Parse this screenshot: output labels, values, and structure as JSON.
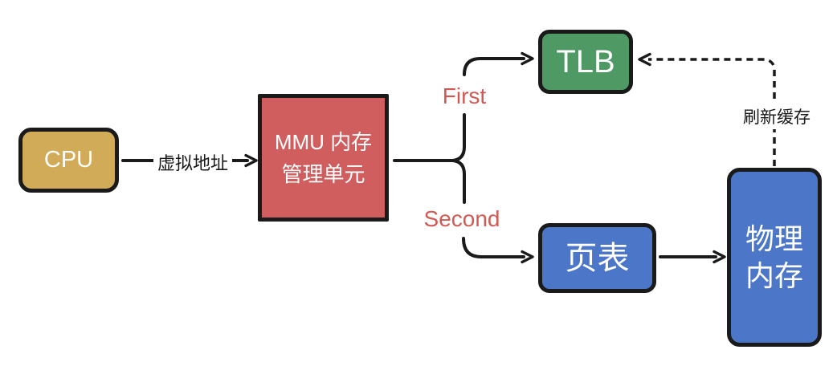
{
  "diagram": {
    "nodes": {
      "cpu": {
        "label": "CPU"
      },
      "mmu": {
        "line1": "MMU 内存",
        "line2": "管理单元"
      },
      "tlb": {
        "label": "TLB"
      },
      "page_table": {
        "label": "页表"
      },
      "physical_memory": {
        "line1": "物理",
        "line2": "内存"
      }
    },
    "edge_labels": {
      "virtual_address": "虚拟地址",
      "first": "First",
      "second": "Second",
      "refresh_cache": "刷新缓存"
    }
  },
  "colors": {
    "background": "#FFFFFF",
    "line": "#1A1A1A",
    "box_text": "#FFFFFF",
    "cpu_fill": "#D2AB59",
    "mmu_fill": "#D05E5E",
    "tlb_fill": "#4F9A64",
    "blue_fill": "#4C76C8",
    "label_red": "#D15A55"
  }
}
